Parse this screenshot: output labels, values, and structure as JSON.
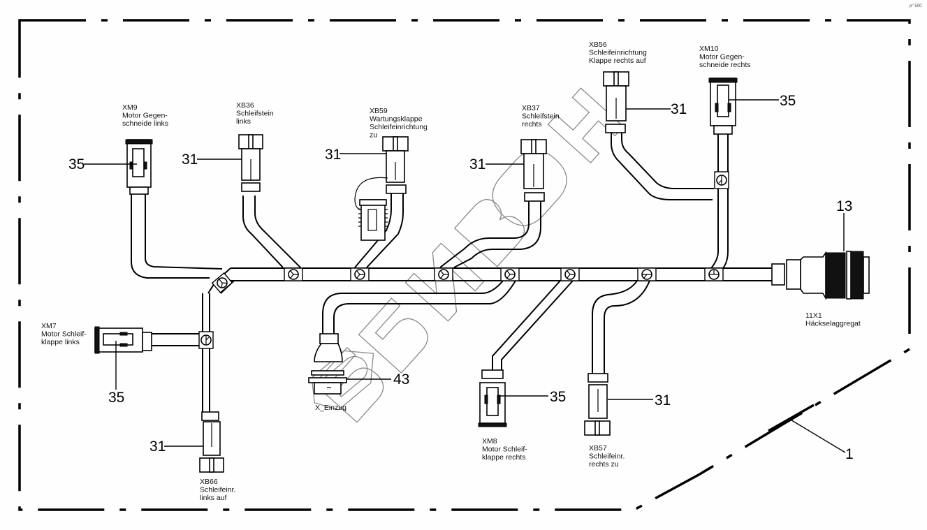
{
  "sheet": {
    "corner_code": "p° 500",
    "watermark": "БИЗОН"
  },
  "connectors": [
    {
      "id": "XM9",
      "lines": [
        "XM9",
        "Motor Gegen-",
        "schneide links"
      ],
      "callout": "35"
    },
    {
      "id": "XB36",
      "lines": [
        "XB36",
        "Schleifstein",
        "links"
      ],
      "callout": "31"
    },
    {
      "id": "XB59",
      "lines": [
        "XB59",
        "Wartungsklappe",
        "Schleifeinrichtung",
        "zu"
      ],
      "callout": "31"
    },
    {
      "id": "XB37",
      "lines": [
        "XB37",
        "Schleifstein",
        "rechts"
      ],
      "callout": "31"
    },
    {
      "id": "XB56",
      "lines": [
        "XB56",
        "Schleifeinrichtung",
        "Klappe rechts auf"
      ],
      "callout": "31"
    },
    {
      "id": "XM10",
      "lines": [
        "XM10",
        "Motor Gegen-",
        "schneide rechts"
      ],
      "callout": "35"
    },
    {
      "id": "XM7",
      "lines": [
        "XM7",
        "Motor Schleif-",
        "klappe links"
      ],
      "callout": "35"
    },
    {
      "id": "XB66",
      "lines": [
        "XB66",
        "Schleifeinr.",
        "links auf"
      ],
      "callout": "31"
    },
    {
      "id": "X_Einzug",
      "lines": [
        "X_Einzug"
      ],
      "callout": "43"
    },
    {
      "id": "XM8",
      "lines": [
        "XM8",
        "Motor Schleif-",
        "klappe rechts"
      ],
      "callout": "35"
    },
    {
      "id": "XB57",
      "lines": [
        "XB57",
        "Schleifeinr.",
        "rechts zu"
      ],
      "callout": "31"
    },
    {
      "id": "11X1",
      "lines": [
        "11X1",
        "Häckselaggregat"
      ],
      "callout": "13"
    }
  ],
  "assembly": {
    "callout": "1"
  }
}
